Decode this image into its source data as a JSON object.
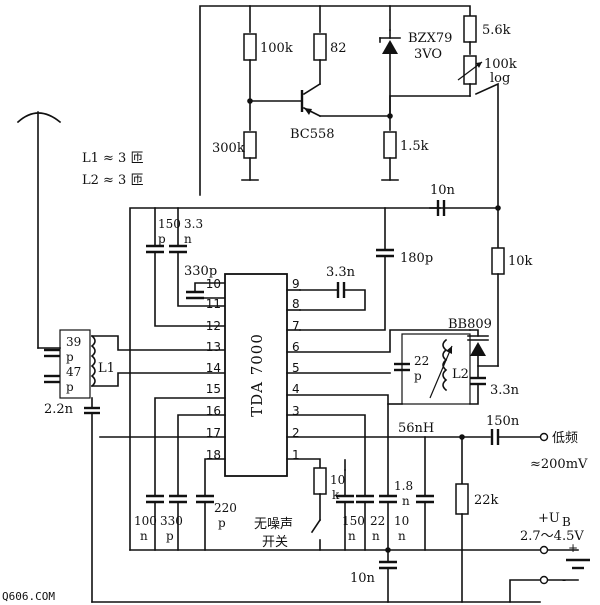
{
  "ic": {
    "name": "TDA 7000",
    "left_pins": [
      "10",
      "11",
      "12",
      "13",
      "14",
      "15",
      "16",
      "17",
      "18"
    ],
    "right_pins": [
      "9",
      "8",
      "7",
      "6",
      "5",
      "4",
      "3",
      "2",
      "1"
    ]
  },
  "transistor": "BC558",
  "zener": {
    "part": "BZX79",
    "voltage": "3VO"
  },
  "varactor": "BB809",
  "resistors": {
    "r100k": "100k",
    "r82": "82",
    "r300k": "300k",
    "r1k5": "1.5k",
    "r5k6": "5.6k",
    "pot": {
      "value": "100k",
      "taper": "log"
    },
    "r10k": "10k",
    "r10k_mute": "10",
    "r10k_mute_unit": "k",
    "r22k": "22k"
  },
  "capacitors": {
    "c10n_top": "10n",
    "c150p_num": "150",
    "c150p_unit": "p",
    "c3n3_num": "3.3",
    "c3n3_unit": "n",
    "c180p": "180p",
    "c330p": "330p",
    "c3n3_b": "3.3n",
    "c22p_num": "22",
    "c22p_unit": "p",
    "c3n3_osc": "3.3n",
    "c39p_num": "39",
    "c39p_unit": "p",
    "c47p_num": "47",
    "c47p_unit": "p",
    "c2n2": "2.2n",
    "c150n": "150n",
    "c1n8_num": "1.8",
    "c1n8_unit": "n",
    "bottom": [
      {
        "num": "100",
        "unit": "n"
      },
      {
        "num": "330",
        "unit": "p"
      },
      {
        "num": "220",
        "unit": "p"
      },
      {
        "num": "150",
        "unit": "n"
      },
      {
        "num": "22",
        "unit": "n"
      },
      {
        "num": "10",
        "unit": "n"
      }
    ],
    "c10n_bottom": "10n"
  },
  "coils": {
    "l1_label": "L1 ≈ 3 匝",
    "l2_label": "L2 ≈ 3 匝",
    "l1_mark": "L1",
    "l2_mark": "L2",
    "l2_inductance": "56nH"
  },
  "mute_switch": {
    "line1": "无噪声",
    "line2": "开关"
  },
  "output": {
    "title": "低频",
    "level": "≈200mV"
  },
  "supply": {
    "symbol": "+U",
    "subscript": "B",
    "range": "2.7～4.5V",
    "plus": "+",
    "minus": "-"
  },
  "watermark": "Q606.COM"
}
